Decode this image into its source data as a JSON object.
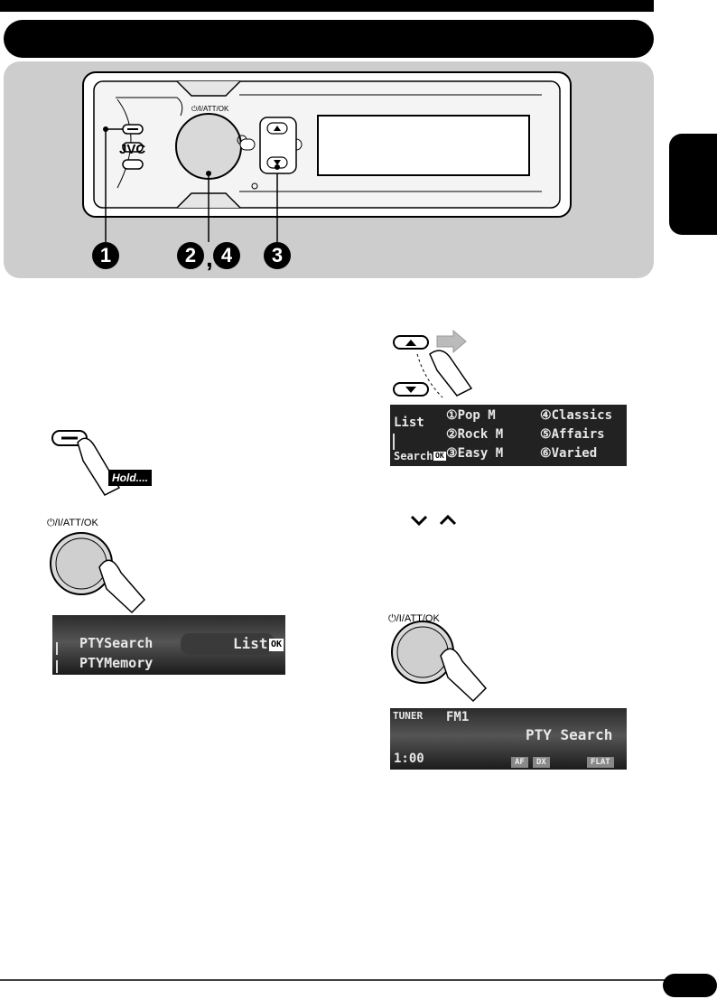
{
  "panel": {
    "brand": "JVC",
    "knob_label": "⏻/I/ATT/OK",
    "callouts": [
      "1",
      "2",
      "4",
      "3"
    ],
    "callout_separator": ","
  },
  "steps": {
    "hold_label": "Hold....",
    "knob_label": "⏻/I/ATT/OK",
    "knob_label_2": "⏻/I/ATT/OK",
    "arrows": [
      "⌄",
      "⌃"
    ]
  },
  "display_pty_menu": {
    "item1": "PTYSearch",
    "item2": "PTYMemory",
    "right": "List",
    "ok": "OK"
  },
  "display_list": {
    "left_top": "List",
    "left_bottom": "Search",
    "ok": "OK",
    "items": [
      "Pop M",
      "Rock M",
      "Easy M",
      "Classics",
      "Affairs",
      "Varied"
    ],
    "numbers": [
      "①",
      "②",
      "③",
      "④",
      "⑤",
      "⑥"
    ]
  },
  "display_tuner": {
    "source": "TUNER",
    "band": "FM1",
    "message": "PTY Search",
    "clock": "1:00",
    "tags": [
      "AF",
      "DX",
      "FLAT"
    ]
  }
}
